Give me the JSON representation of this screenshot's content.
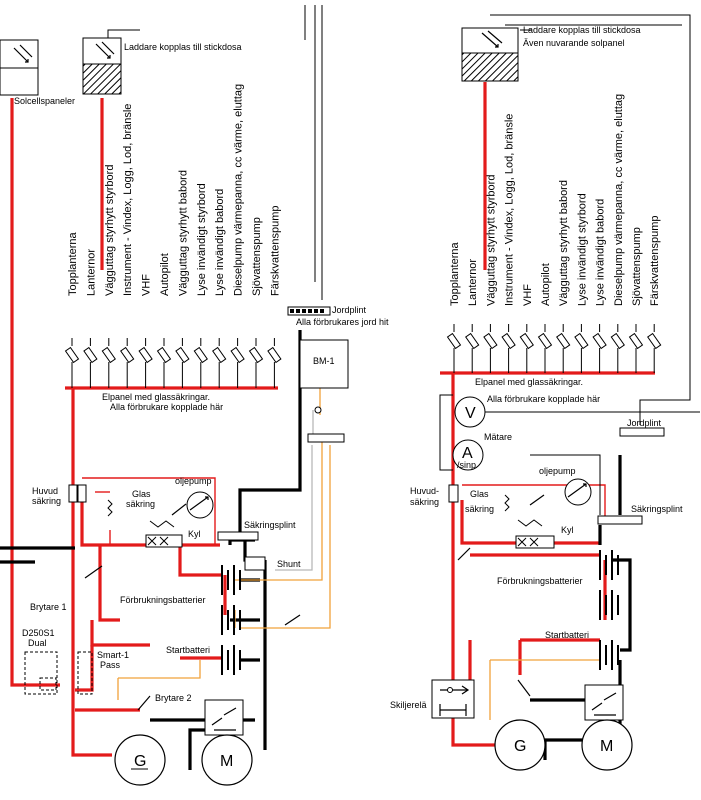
{
  "left": {
    "panel_labels": {
      "solar": "Solcellspaneler",
      "charger": "Laddare kopplas till stickdosa"
    },
    "consumers": [
      "Topplanterna",
      "Lanternor",
      "Vägguttag styrhytt styrbord",
      "Instrument - Vindex, Logg, Lod, bränsle",
      "VHF",
      "Autopilot",
      "Vägguttag styrhytt babord",
      "Lyse invändigt styrbord",
      "Lyse invändigt babord",
      "Dieselpump värmepanna, cc värme, eluttag",
      "Sjövattenspump",
      "Färskvattenspump"
    ],
    "jordplint": "Jordplint",
    "ground_note": "Alla förbrukares jord hit",
    "bm1": "BM-1",
    "elpanel": "Elpanel med glassäkringar.",
    "elpanel_sub": "Alla förbrukare kopplade här",
    "oljepump": "oljepump",
    "huvud_l1": "Huvud",
    "huvud_l2": "säkring",
    "glas_l1": "Glas",
    "glas_l2": "säkring",
    "kyl": "Kyl",
    "sakringsplint": "Säkringsplint",
    "shunt": "Shunt",
    "brytare1": "Brytare 1",
    "forbrukningsbatterier": "Förbrukningsbatterier",
    "d250_l1": "D250S1",
    "d250_l2": "Dual",
    "smart_l1": "Smart-1",
    "smart_l2": "Pass",
    "startbatteri": "Startbatteri",
    "brytare2": "Brytare 2",
    "g": "G",
    "m": "M"
  },
  "right": {
    "panel_label1": "Laddare kopplas till stickdosa",
    "panel_label2": "Även nuvarande solpanel",
    "consumers": [
      "Topplanterna",
      "Lanternor",
      "Vägguttag styrhytt styrbord",
      "Instrument - Vindex, Logg, Lod, bränsle",
      "VHF",
      "Autopilot",
      "Vägguttag styrhytt babord",
      "Lyse invändigt styrbord",
      "Lyse invändigt babord",
      "Dieselpump värmepanna, cc värme, eluttag",
      "Sjövattenspump",
      "Färskvattenspump"
    ],
    "elpanel": "Elpanel med glassäkringar.",
    "elpanel_sub": "Alla förbrukare kopplade här",
    "voltmeter": "V",
    "ammeter": "A",
    "ammeter_sub": "/sinp",
    "matare": "Mätare",
    "jordplint": "Jordplint",
    "oljepump": "oljepump",
    "huvud_l1": "Huvud-",
    "huvud_l2": "säkring",
    "glas_l1": "Glas",
    "glas_l2": "säkring",
    "kyl": "Kyl",
    "sakringsplint": "Säkringsplint",
    "forbrukningsbatterier": "Förbrukningsbatterier",
    "startbatteri": "Startbatteri",
    "skiljerela": "Skiljerelä",
    "g": "G",
    "m": "M"
  }
}
